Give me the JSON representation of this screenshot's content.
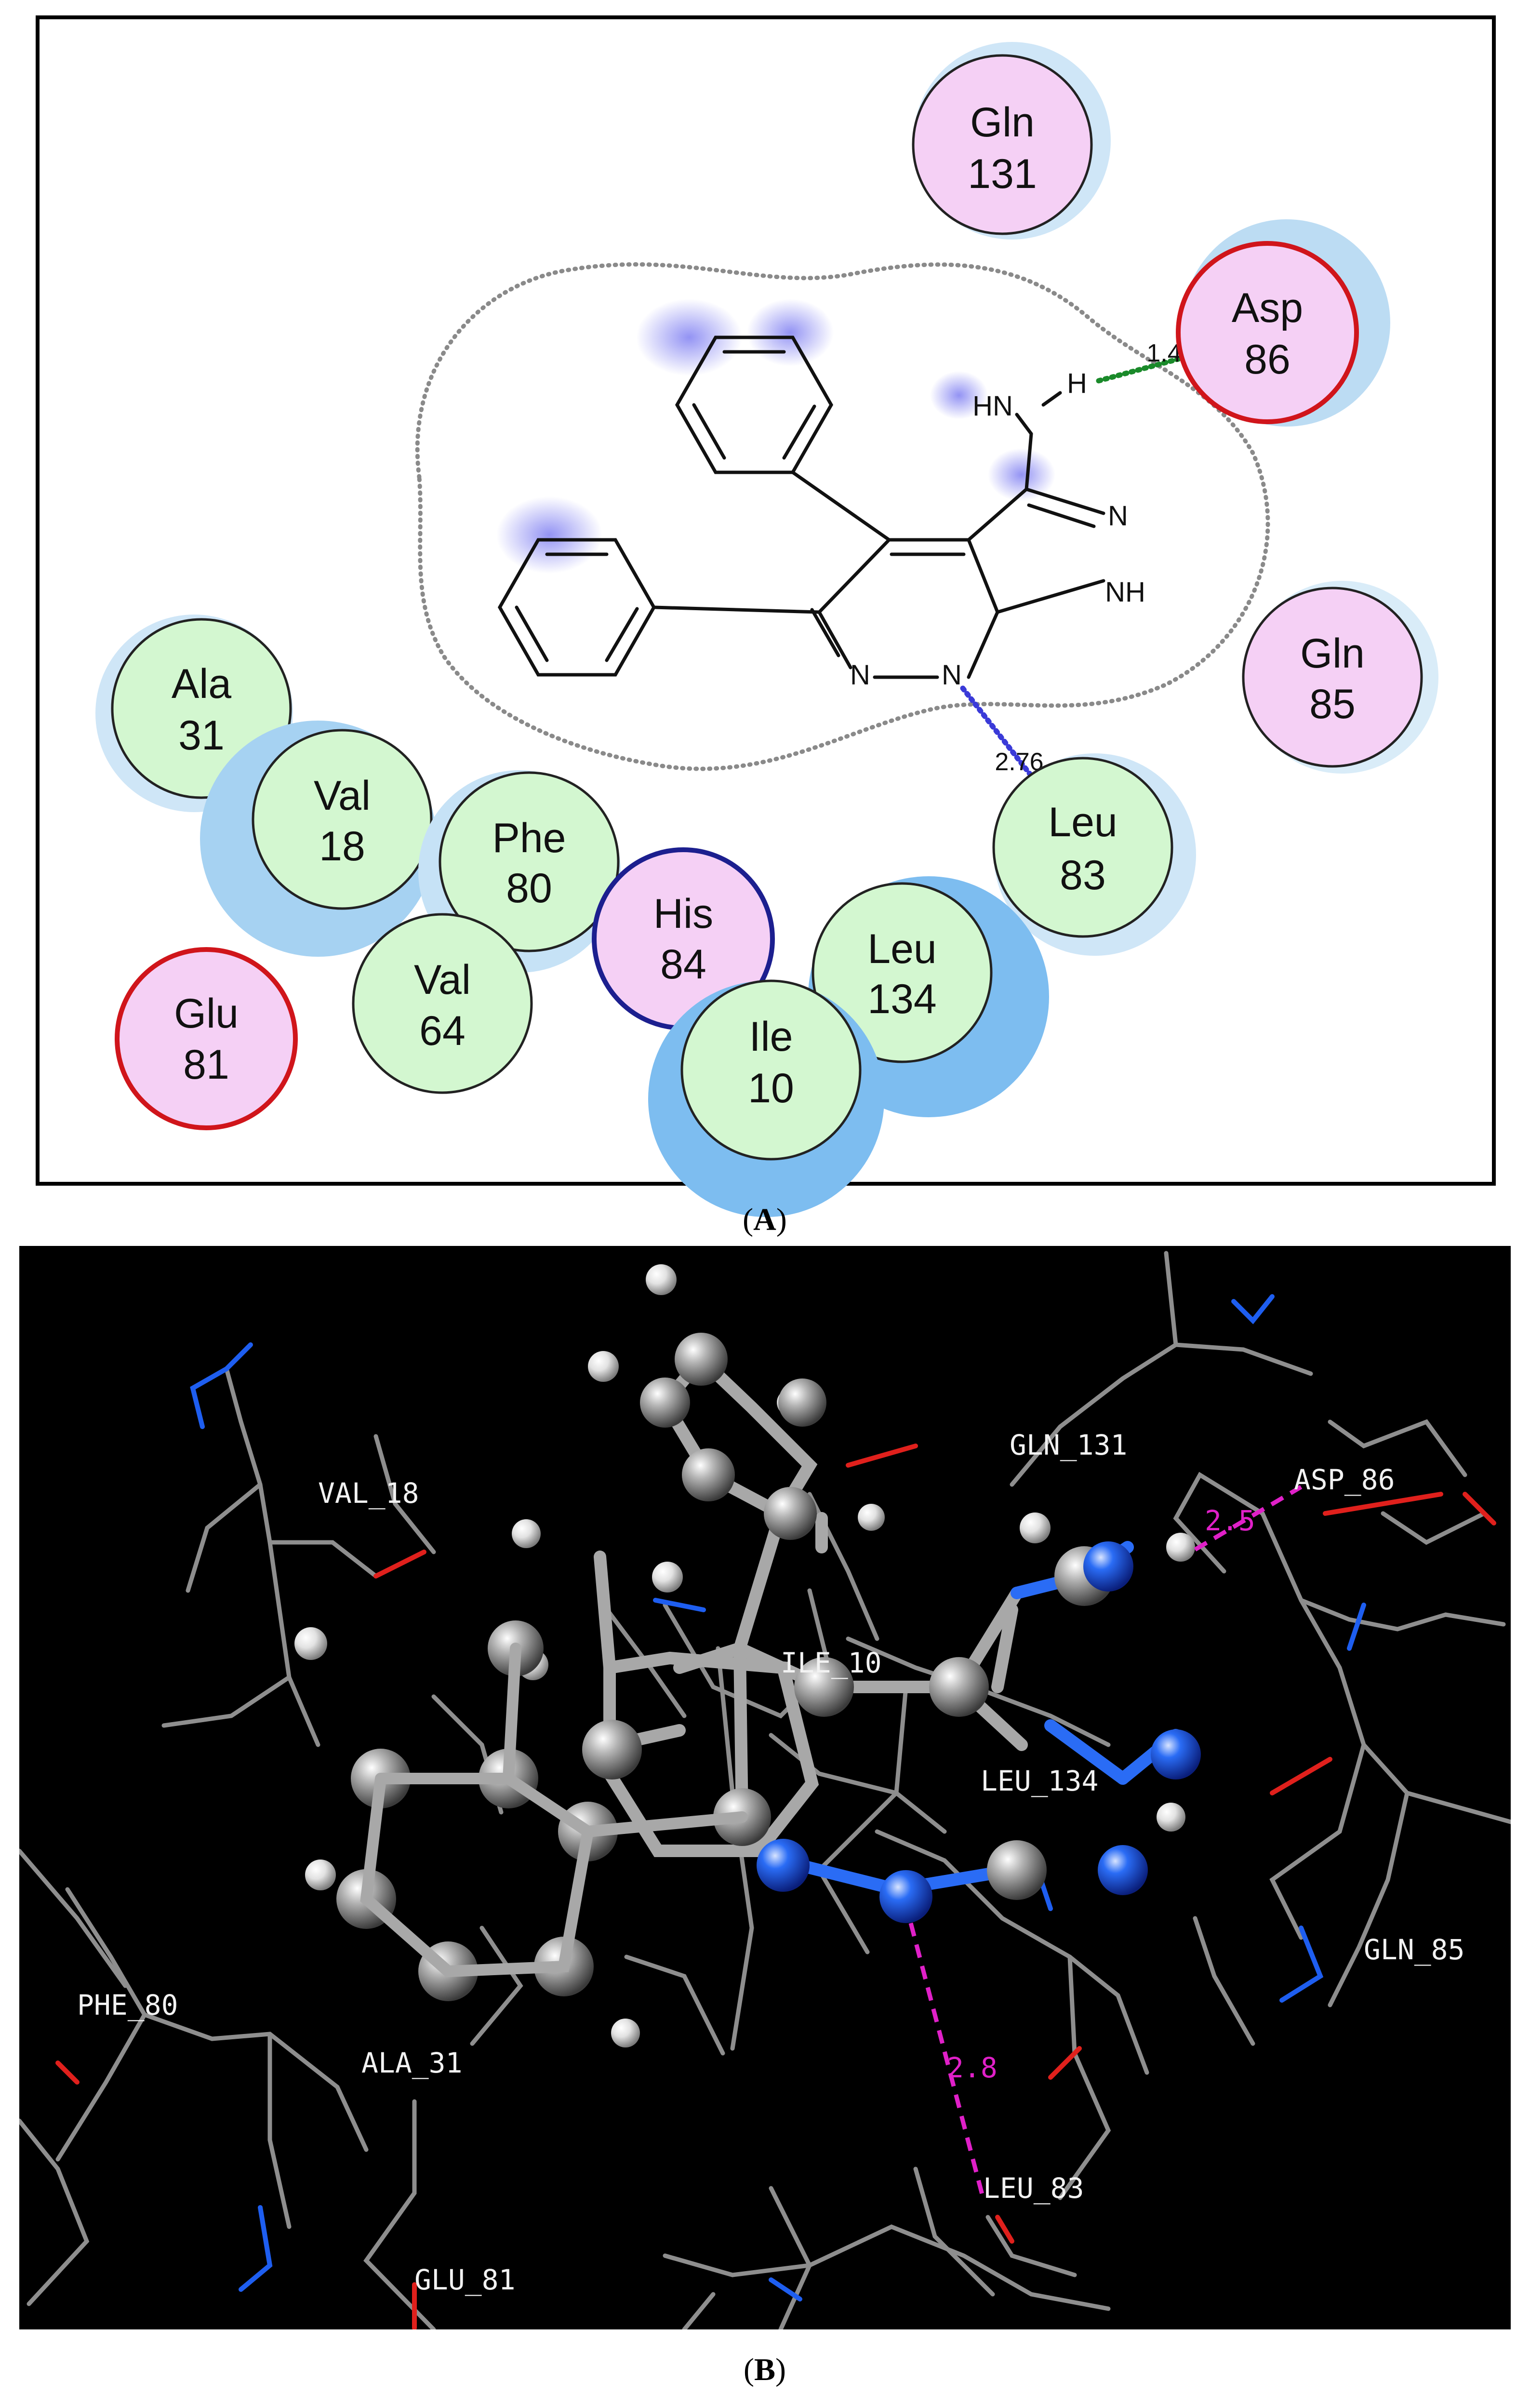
{
  "panel_a": {
    "caption_letter": "A",
    "ligand_atoms": {
      "nh_left": "HN",
      "nh_h": "H",
      "ring_n_top": "N",
      "ring_nh": "NH",
      "pyridazine_n_left": "N",
      "pyridazine_n_right": "N"
    },
    "residues": [
      {
        "id": "gln131",
        "name": "Gln",
        "num": "131",
        "fill": "#f5d0f5",
        "border": "#222222",
        "halo": "#cfe6f7"
      },
      {
        "id": "asp86",
        "name": "Asp",
        "num": "86",
        "fill": "#f5d0f5",
        "border": "#d0151b",
        "halo": "#bcdcf3"
      },
      {
        "id": "gln85",
        "name": "Gln",
        "num": "85",
        "fill": "#f5d0f5",
        "border": "#222222",
        "halo": "#d9ecf8"
      },
      {
        "id": "ala31",
        "name": "Ala",
        "num": "31",
        "fill": "#d3f7d0",
        "border": "#222222",
        "halo": "#cfe6f7"
      },
      {
        "id": "val18",
        "name": "Val",
        "num": "18",
        "fill": "#d3f7d0",
        "border": "#222222",
        "halo": "#a6d2f2"
      },
      {
        "id": "phe80",
        "name": "Phe",
        "num": "80",
        "fill": "#d3f7d0",
        "border": "#222222",
        "halo": "#c6e2f6"
      },
      {
        "id": "his84",
        "name": "His",
        "num": "84",
        "fill": "#f5d0f5",
        "border": "#1c1f8f",
        "halo": "none"
      },
      {
        "id": "leu83",
        "name": "Leu",
        "num": "83",
        "fill": "#d3f7d0",
        "border": "#222222",
        "halo": "#cfe6f7"
      },
      {
        "id": "leu134",
        "name": "Leu",
        "num": "134",
        "fill": "#d3f7d0",
        "border": "#222222",
        "halo": "#7dbdf0"
      },
      {
        "id": "glu81",
        "name": "Glu",
        "num": "81",
        "fill": "#f5d0f5",
        "border": "#d0151b",
        "halo": "none"
      },
      {
        "id": "val64",
        "name": "Val",
        "num": "64",
        "fill": "#d3f7d0",
        "border": "#222222",
        "halo": "none"
      },
      {
        "id": "ile10",
        "name": "Ile",
        "num": "10",
        "fill": "#d3f7d0",
        "border": "#222222",
        "halo": "#7dbdf0"
      }
    ],
    "interactions": [
      {
        "id": "hbond-asp86",
        "distance": "1.48",
        "color": "#1a8a2a"
      },
      {
        "id": "hbond-leu83",
        "distance": "2.76",
        "color": "#3a3ad8"
      }
    ]
  },
  "panel_b": {
    "caption_letter": "B",
    "background": "#000000",
    "residue_labels": [
      {
        "id": "gln-131",
        "text": "GLN_131"
      },
      {
        "id": "asp-86",
        "text": "ASP_86"
      },
      {
        "id": "val-18",
        "text": "VAL_18"
      },
      {
        "id": "ile-10",
        "text": "ILE_10"
      },
      {
        "id": "leu-134",
        "text": "LEU_134"
      },
      {
        "id": "gln-85",
        "text": "GLN_85"
      },
      {
        "id": "phe-80",
        "text": "PHE_80"
      },
      {
        "id": "ala-31",
        "text": "ALA_31"
      },
      {
        "id": "leu-83",
        "text": "LEU_83"
      },
      {
        "id": "glu-81",
        "text": "GLU_81"
      }
    ],
    "hbonds": [
      {
        "id": "hbond-3d-asp86",
        "distance": "2.5",
        "color": "#e020c8"
      },
      {
        "id": "hbond-3d-leu83",
        "distance": "2.8",
        "color": "#e020c8"
      }
    ],
    "atom_colors": {
      "carbon": "#9a9a9a",
      "nitrogen": "#1e5ef0",
      "hydrogen": "#e6e6e6",
      "oxygen": "#e0201c"
    }
  }
}
